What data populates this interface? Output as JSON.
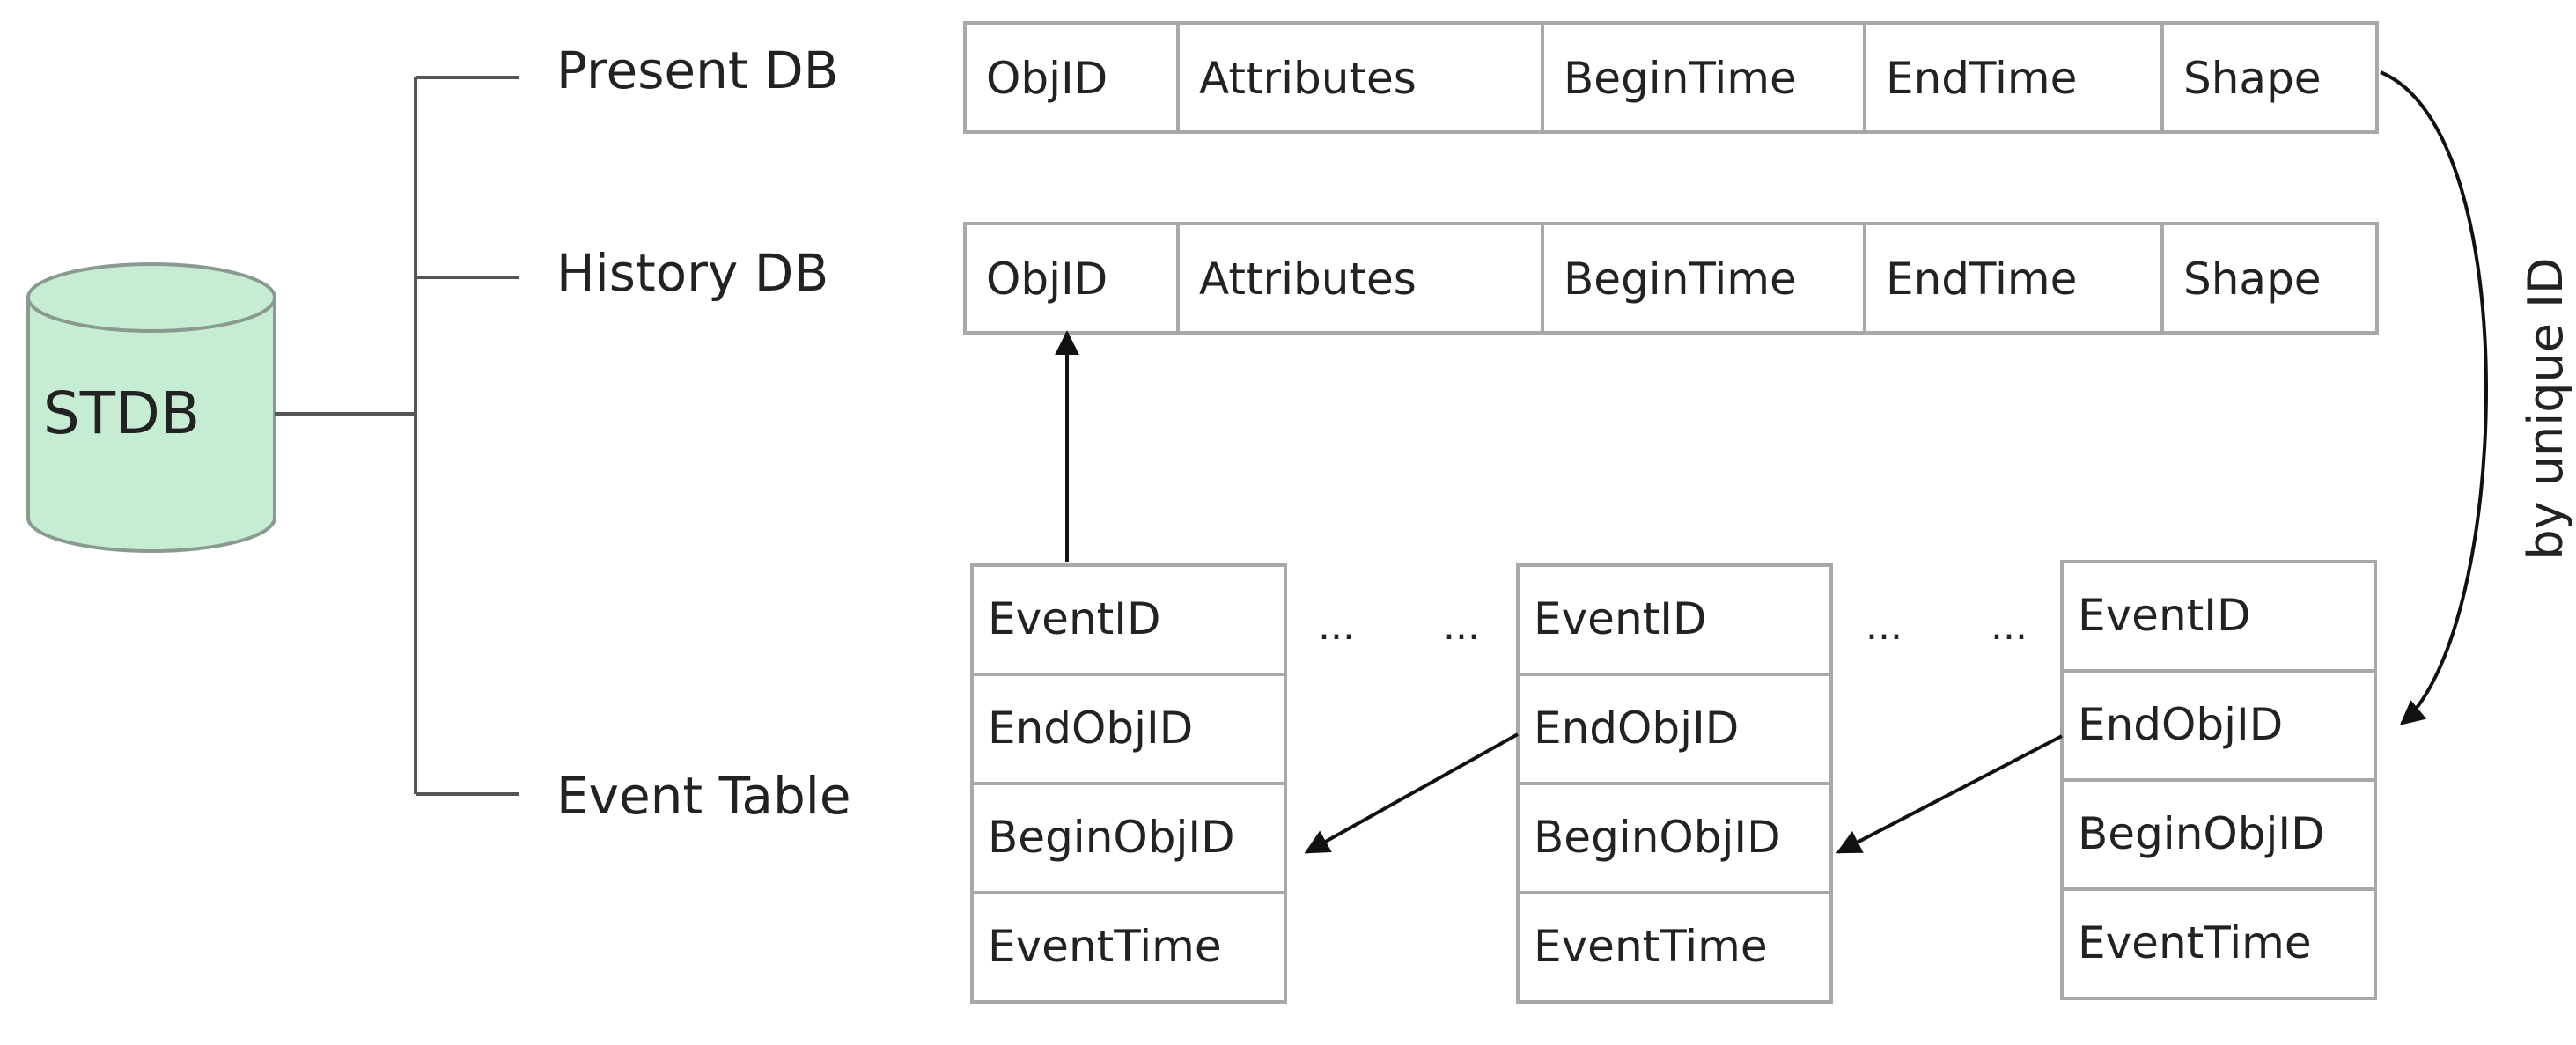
{
  "stdb": {
    "label": "STDB",
    "fill_color": "#c6ecd3",
    "stroke_color": "#8a9a90"
  },
  "branches": {
    "present": "Present DB",
    "history": "History DB",
    "event": "Event Table"
  },
  "present_db": {
    "fields": [
      "ObjID",
      "Attributes",
      "BeginTime",
      "EndTime",
      "Shape"
    ]
  },
  "history_db": {
    "fields": [
      "ObjID",
      "Attributes",
      "BeginTime",
      "EndTime",
      "Shape"
    ]
  },
  "event_tables": [
    {
      "fields": [
        "EventID",
        "EndObjID",
        "BeginObjID",
        "EventTime"
      ]
    },
    {
      "fields": [
        "EventID",
        "EndObjID",
        "BeginObjID",
        "EventTime"
      ]
    },
    {
      "fields": [
        "EventID",
        "EndObjID",
        "BeginObjID",
        "EventTime"
      ]
    }
  ],
  "ellipses": [
    "...",
    "...",
    "...",
    "..."
  ],
  "curve_label": "by unique ID"
}
